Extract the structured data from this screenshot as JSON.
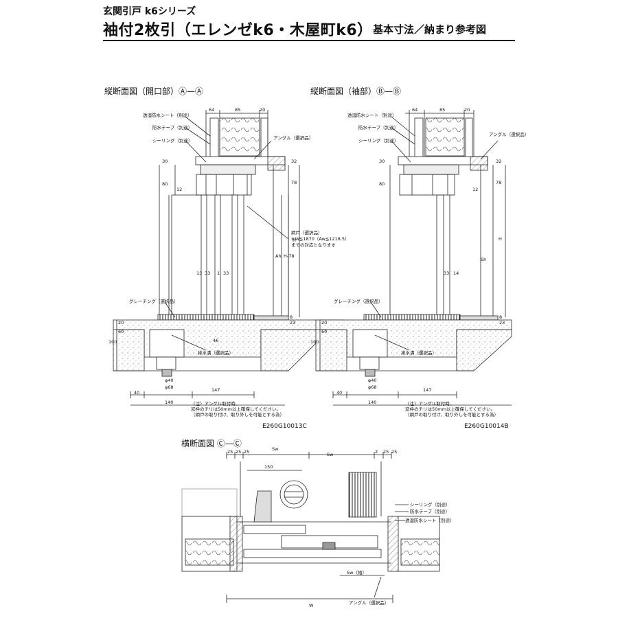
{
  "header": {
    "series": "玄関引戸 k6シリーズ",
    "title": "袖付2枚引（エレンゼk6・木屋町k6）",
    "subtitle": "基本寸法／納まり参考図"
  },
  "section_a": {
    "caption": "縦断面図（開口部）Ⓐ—Ⓐ",
    "code": "E260G10013C",
    "dims_top": [
      "64",
      "85",
      "20"
    ],
    "labels": [
      "透湿防水シート（別途）",
      "防水テープ（別途）",
      "シーリング（別途）",
      "アングル（選択品）",
      "網戸（選択品）",
      "※W≦1870（Aw≦1218.5）",
      "までの対応となります",
      "グレーチング（選択品）",
      "排水溝（選択品）"
    ],
    "dims_side": [
      "30",
      "80",
      "12",
      "Ah",
      "H-78",
      "H",
      "78",
      "32"
    ],
    "dims_inner": [
      "13",
      "33",
      "1",
      "33"
    ],
    "dims_bottom": [
      "46",
      "φ40",
      "φ68",
      "40",
      "140",
      "147",
      "100",
      "60",
      "20",
      "8",
      "23"
    ],
    "note": [
      "〈注〉アングル取付時、",
      "窓枠のチリは50mm以上確保してください。",
      "（網戸の取り付け、取り外しを可能とする為）"
    ]
  },
  "section_b": {
    "caption": "縦断面図（袖部）Ⓑ—Ⓑ",
    "code": "E260G10014B",
    "dims_top": [
      "64",
      "85",
      "20"
    ],
    "labels": [
      "透湿防水シート（別途）",
      "防水テープ（別途）",
      "シーリング（別途）",
      "アングル（選択品）",
      "グレーチング（選択品）",
      "排水溝（選択品）"
    ],
    "dims_side": [
      "30",
      "80",
      "12",
      "Sh",
      "H",
      "78",
      "32"
    ],
    "dims_inner": [
      "33",
      "14"
    ],
    "dims_bottom": [
      "φ40",
      "φ68",
      "40",
      "140",
      "147",
      "100",
      "60",
      "20",
      "8",
      "23"
    ],
    "note": [
      "〈注〉アングル取付時、",
      "窓枠のチリは50mm以上確保してください。",
      "（網戸の取り付け、取り外しを可能とする為）"
    ]
  },
  "section_c": {
    "caption": "横断面図 Ⓒ—Ⓒ",
    "dims_top": [
      "25",
      "25",
      "25",
      "Sw",
      "Sw",
      "2",
      "25",
      "25"
    ],
    "dim_150": "150",
    "labels": [
      "シーリング（別途）",
      "防水テープ（別途）",
      "透湿防水シート（別途）",
      "アングル（選択品）"
    ],
    "bottom_dims": [
      "Sw（袖）",
      "W"
    ]
  }
}
